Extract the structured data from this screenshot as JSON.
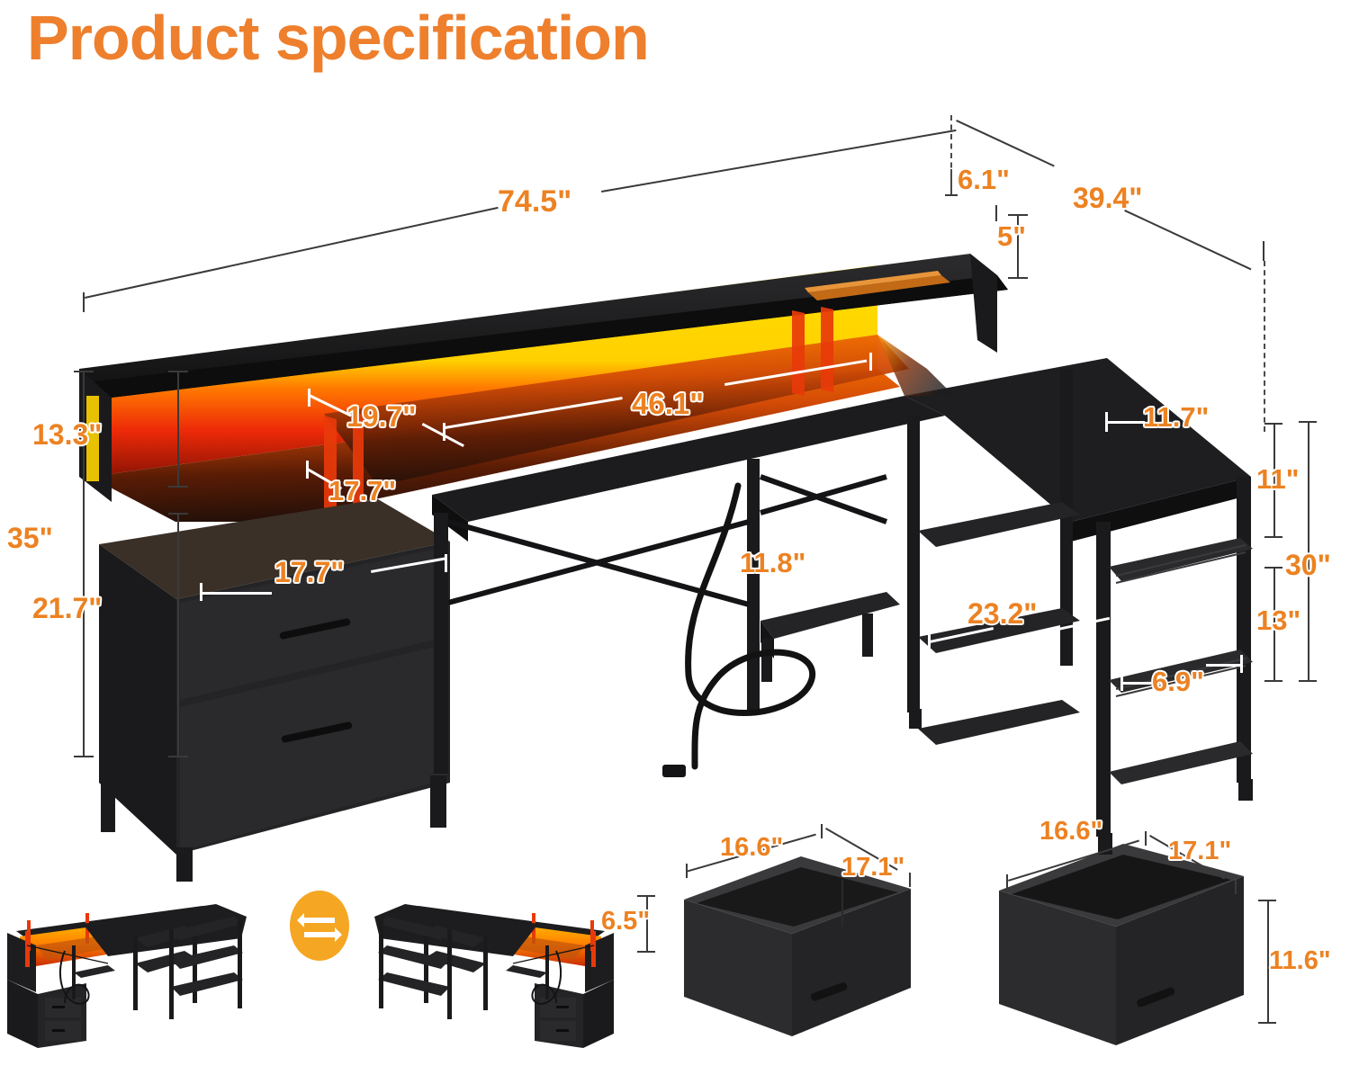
{
  "page": {
    "title": "Product specification",
    "accent_color": "#ee7f2d",
    "dimension_text_color": "#ec8222",
    "badge_color": "#f5a623",
    "background_color": "#ffffff",
    "product_color": "#1d1d1f",
    "led_glow_colors": [
      "#ffd900",
      "#ff8a00",
      "#e8250c"
    ]
  },
  "desk": {
    "overall": {
      "left_wing_width": "74.5\"",
      "right_wing_width": "39.4\"",
      "total_height": "35\"",
      "desktop_height": "21.7\"",
      "hutch_height": "13.3\""
    },
    "hutch": {
      "shelf_depth": "6.1\"",
      "shelf_clearance": "5\""
    },
    "desktop": {
      "left_section_depth": "19.7\"",
      "main_span": "46.1\"",
      "cabinet_top_depth_upper": "17.7\"",
      "cabinet_top_depth_lower": "17.7\"",
      "cpu_stand_width": "11.8\""
    },
    "shelf_tower": {
      "top_shelf_depth": "11.7\"",
      "upper_shelf_height": "11\"",
      "lower_shelf_height": "13\"",
      "tower_height": "30\"",
      "lower_shelf_depth": "23.2\"",
      "shelf_width": "6.9\""
    }
  },
  "drawers": [
    {
      "name": "shallow-drawer",
      "width": "16.6\"",
      "depth": "17.1\"",
      "height": "6.5\""
    },
    {
      "name": "deep-drawer",
      "width": "16.6\"",
      "depth": "17.1\"",
      "height": "11.6\""
    }
  ],
  "variants": {
    "left_label": "",
    "right_label": "",
    "swap_icon": "reversible-arrows-icon"
  }
}
